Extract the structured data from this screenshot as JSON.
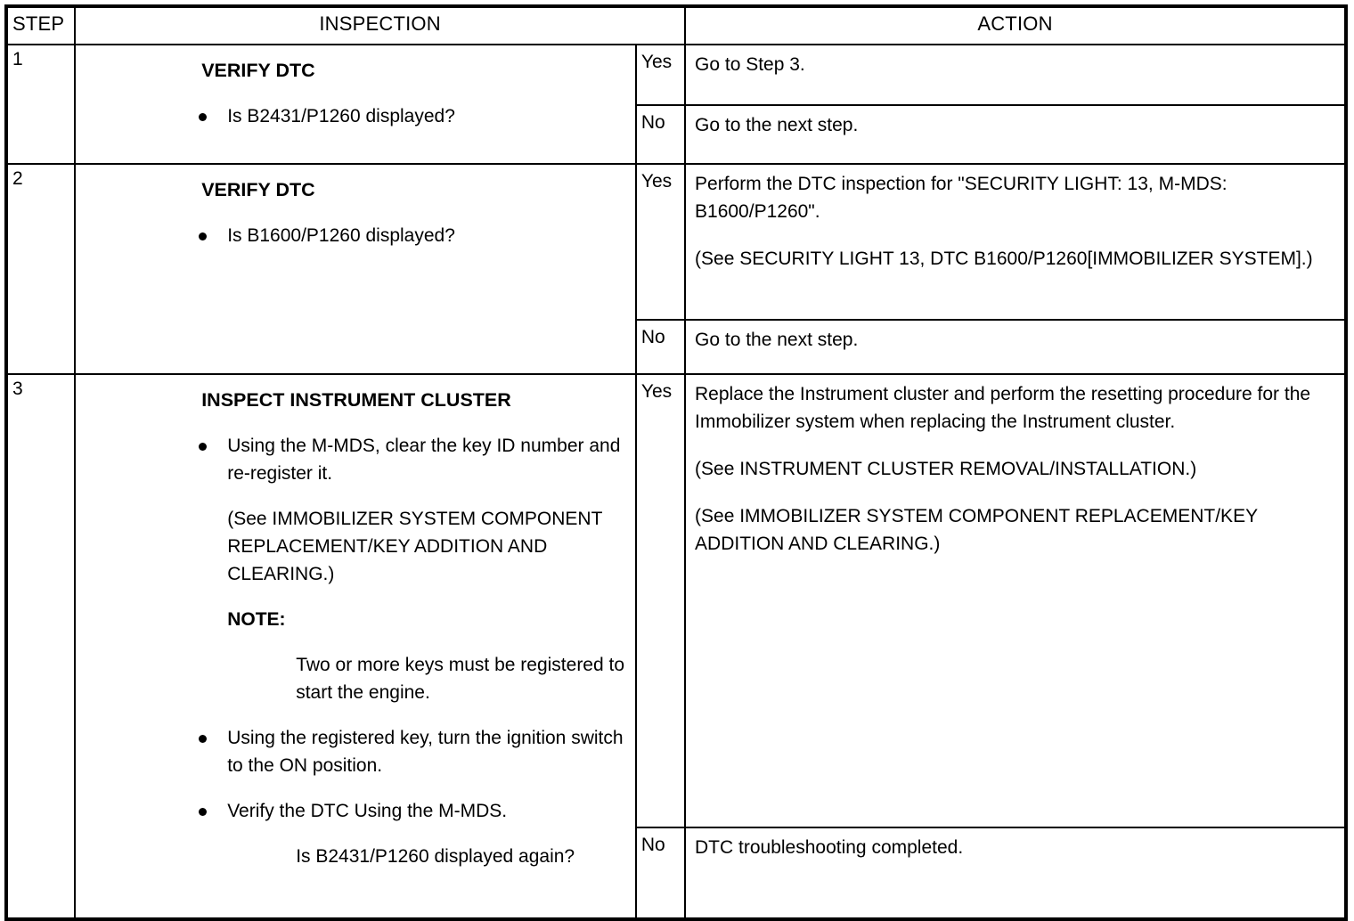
{
  "table": {
    "headers": {
      "step": "STEP",
      "inspection": "INSPECTION",
      "action": "ACTION"
    },
    "yes_label": "Yes",
    "no_label": "No",
    "rows": [
      {
        "step": "1",
        "inspection": {
          "title": "VERIFY DTC",
          "items": [
            {
              "kind": "bullet",
              "text": "Is B2431/P1260 displayed?"
            }
          ]
        },
        "yes": [
          "Go to Step 3."
        ],
        "no": [
          "Go to the next step."
        ]
      },
      {
        "step": "2",
        "inspection": {
          "title": "VERIFY DTC",
          "items": [
            {
              "kind": "bullet",
              "text": "Is B1600/P1260 displayed?"
            }
          ]
        },
        "yes": [
          "Perform the DTC inspection for \"SECURITY LIGHT: 13, M-MDS: B1600/P1260\".",
          "(See SECURITY LIGHT 13, DTC B1600/P1260[IMMOBILIZER SYSTEM].)"
        ],
        "no": [
          "Go to the next step."
        ]
      },
      {
        "step": "3",
        "inspection": {
          "title": "INSPECT INSTRUMENT CLUSTER",
          "items": [
            {
              "kind": "bullet",
              "text": "Using the M-MDS, clear the key ID number and re-register it."
            },
            {
              "kind": "plain",
              "text": "(See IMMOBILIZER SYSTEM COMPONENT REPLACEMENT/KEY ADDITION AND CLEARING.)"
            },
            {
              "kind": "note",
              "text": "NOTE:"
            },
            {
              "kind": "sub",
              "text": "Two or more keys must be registered to start the engine."
            },
            {
              "kind": "bullet",
              "text": "Using the registered key, turn the ignition switch to the ON position."
            },
            {
              "kind": "bullet",
              "text": "Verify the DTC Using the M-MDS."
            },
            {
              "kind": "sub",
              "text": "Is B2431/P1260 displayed again?"
            }
          ]
        },
        "yes": [
          "Replace the Instrument cluster and perform the resetting procedure for the Immobilizer system when replacing the Instrument cluster.",
          "(See INSTRUMENT CLUSTER REMOVAL/INSTALLATION.)",
          "(See IMMOBILIZER SYSTEM COMPONENT REPLACEMENT/KEY ADDITION AND CLEARING.)"
        ],
        "no": [
          "DTC troubleshooting completed."
        ]
      }
    ]
  }
}
